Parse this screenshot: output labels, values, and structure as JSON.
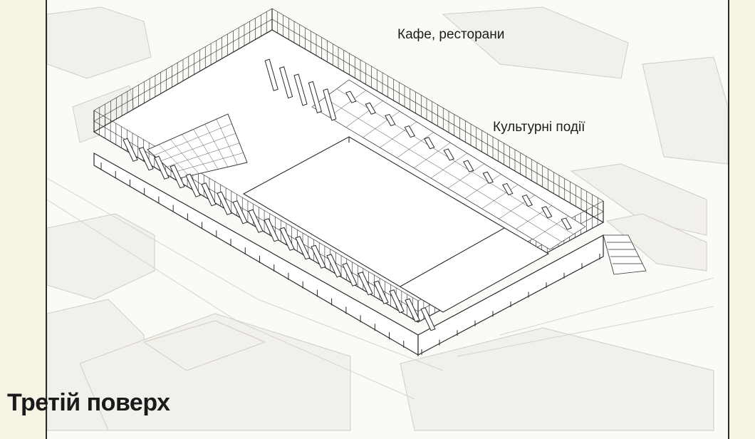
{
  "labels": {
    "cafe": "Кафе, ресторани",
    "culture": "Культурні події"
  },
  "floor_title": "Третій поверх",
  "colors": {
    "page_background": "#f6f3e4",
    "frame_background": "#fafaf6",
    "frame_border": "#2a2a2a",
    "line": "#2b2b2b",
    "context_block": "#f0efe9",
    "context_line": "#cfcdc4"
  }
}
